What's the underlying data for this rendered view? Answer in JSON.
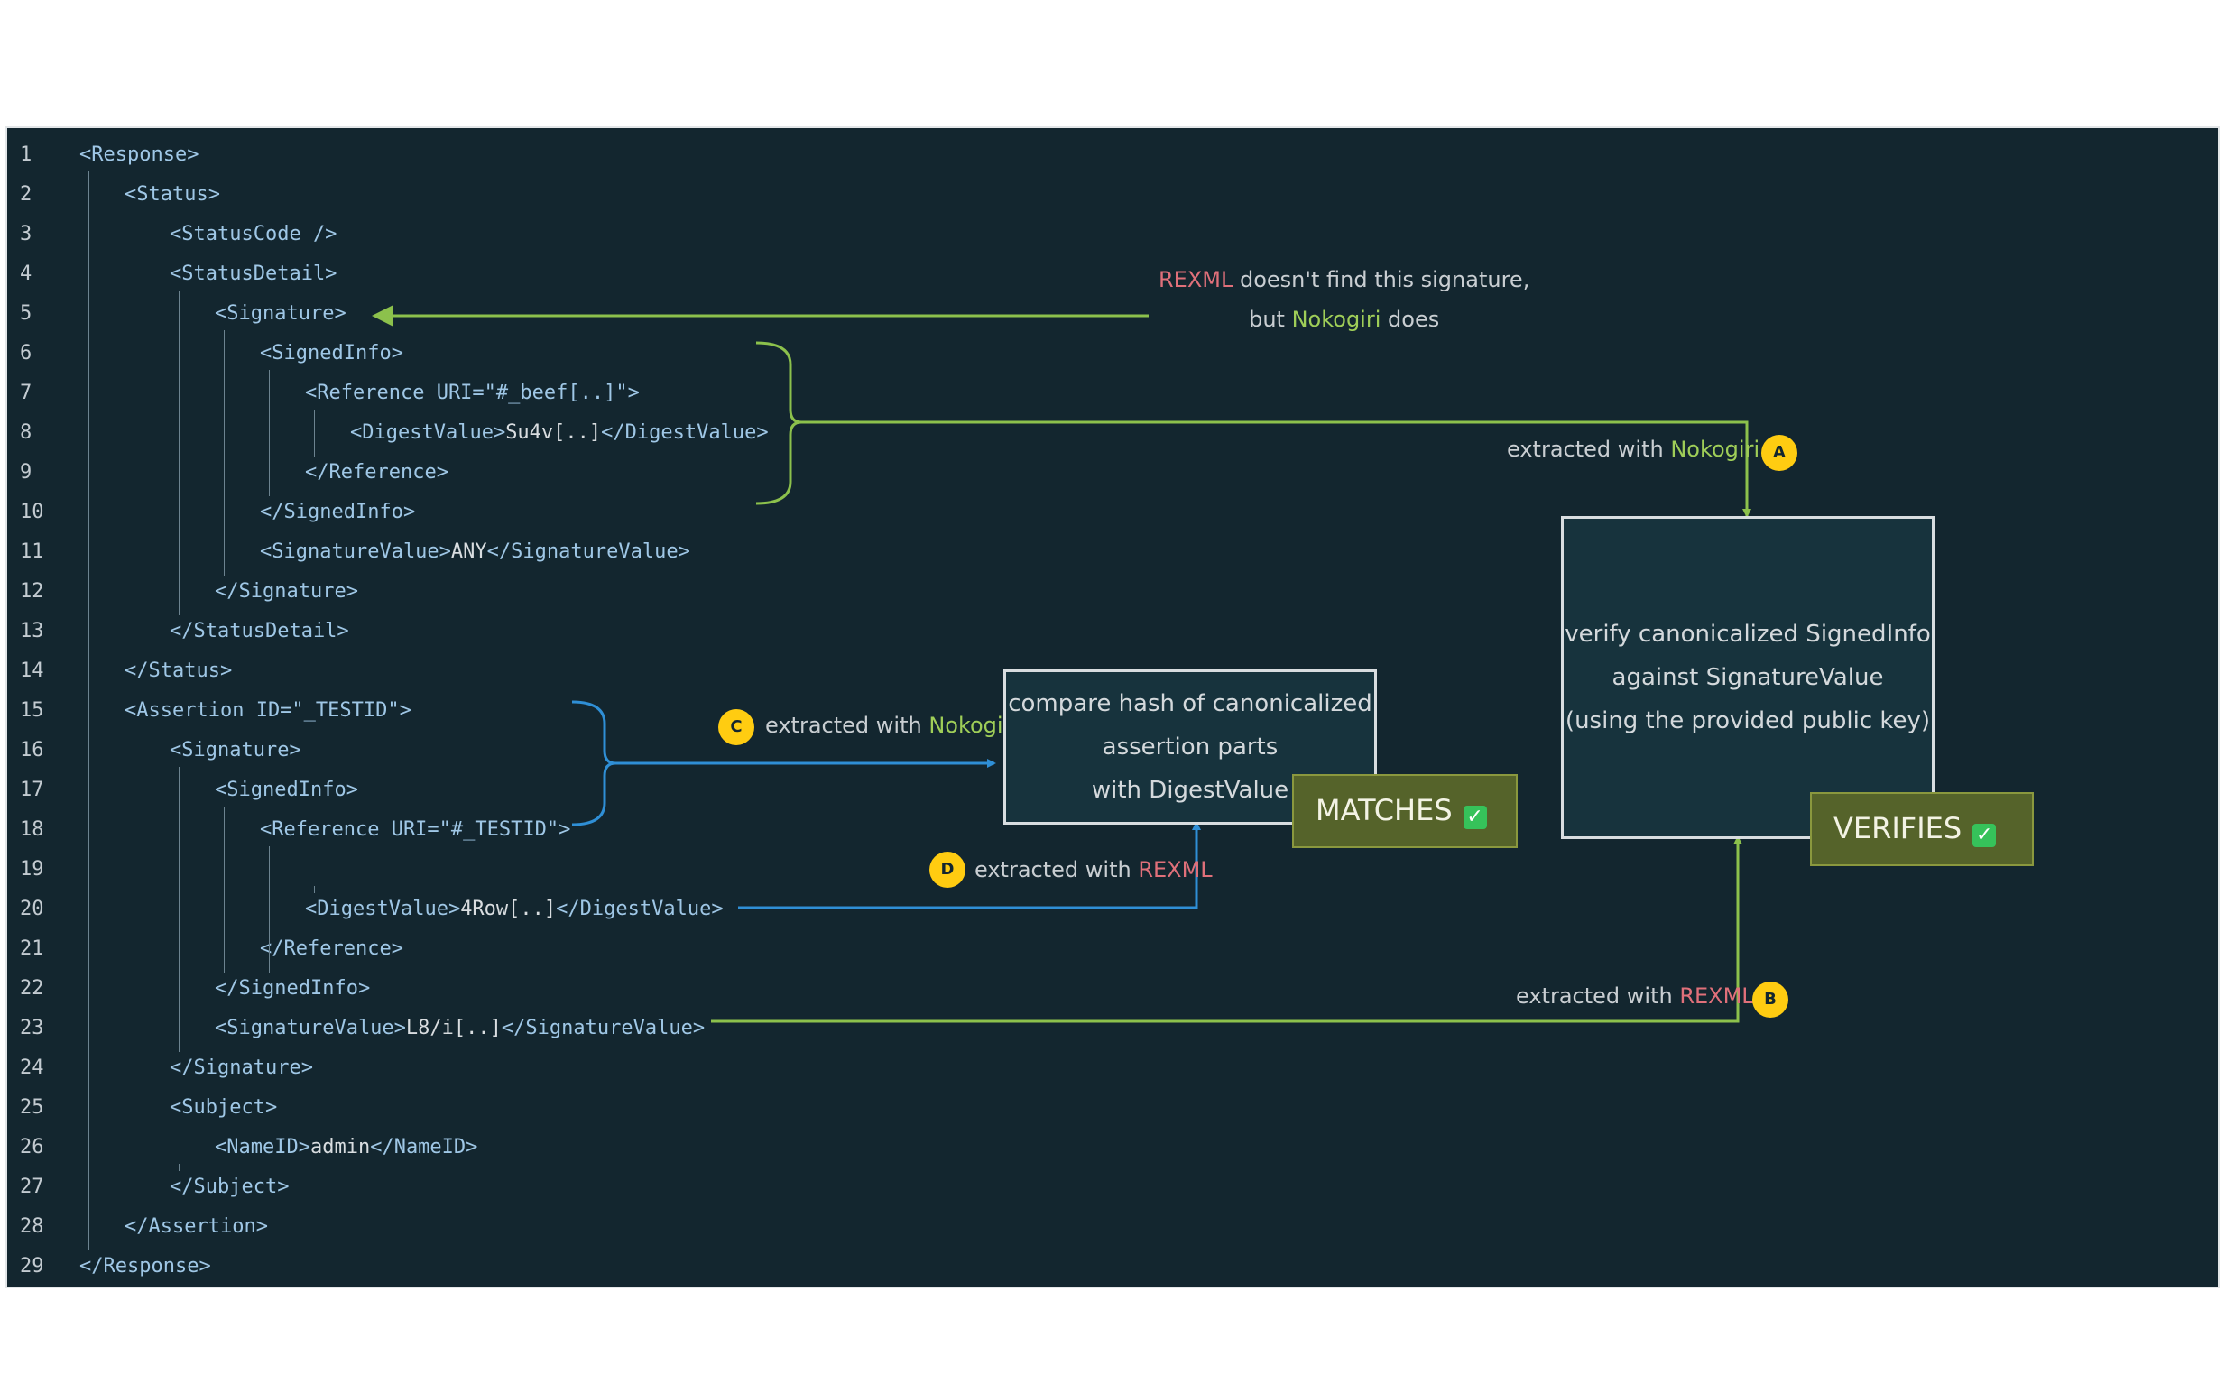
{
  "code_lines": [
    {
      "n": "1",
      "indent": 0,
      "text": "<Response>"
    },
    {
      "n": "2",
      "indent": 1,
      "text": "<Status>"
    },
    {
      "n": "3",
      "indent": 2,
      "text": "<StatusCode />"
    },
    {
      "n": "4",
      "indent": 2,
      "text": "<StatusDetail>"
    },
    {
      "n": "5",
      "indent": 3,
      "text": "<Signature>"
    },
    {
      "n": "6",
      "indent": 4,
      "text": "<SignedInfo>"
    },
    {
      "n": "7",
      "indent": 5,
      "text": "<Reference URI=\"#_beef[..]\">"
    },
    {
      "n": "8",
      "indent": 6,
      "text": "<DigestValue>",
      "value": "Su4v[..]",
      "close": "</DigestValue>"
    },
    {
      "n": "9",
      "indent": 5,
      "text": "</Reference>"
    },
    {
      "n": "10",
      "indent": 4,
      "text": "</SignedInfo>"
    },
    {
      "n": "11",
      "indent": 4,
      "text": "<SignatureValue>",
      "value": "ANY",
      "close": "</SignatureValue>"
    },
    {
      "n": "12",
      "indent": 3,
      "text": "</Signature>"
    },
    {
      "n": "13",
      "indent": 2,
      "text": "</StatusDetail>"
    },
    {
      "n": "14",
      "indent": 1,
      "text": "</Status>"
    },
    {
      "n": "15",
      "indent": 1,
      "text": "<Assertion ID=\"_TESTID\">"
    },
    {
      "n": "16",
      "indent": 2,
      "text": "<Signature>"
    },
    {
      "n": "17",
      "indent": 3,
      "text": "<SignedInfo>"
    },
    {
      "n": "18",
      "indent": 4,
      "text": "<Reference URI=\"#_TESTID\">"
    },
    {
      "n": "19",
      "indent": 4,
      "text": ""
    },
    {
      "n": "20",
      "indent": 5,
      "text": "<DigestValue>",
      "value": "4Row[..]",
      "close": "</DigestValue>"
    },
    {
      "n": "21",
      "indent": 4,
      "text": "</Reference>"
    },
    {
      "n": "22",
      "indent": 3,
      "text": "</SignedInfo>"
    },
    {
      "n": "23",
      "indent": 3,
      "text": "<SignatureValue>",
      "value": "L8/i[..]",
      "close": "</SignatureValue>"
    },
    {
      "n": "24",
      "indent": 2,
      "text": "</Signature>"
    },
    {
      "n": "25",
      "indent": 2,
      "text": "<Subject>"
    },
    {
      "n": "26",
      "indent": 3,
      "text": "<NameID>",
      "value": "admin",
      "close": "</NameID>"
    },
    {
      "n": "27",
      "indent": 2,
      "text": "</Subject>"
    },
    {
      "n": "28",
      "indent": 1,
      "text": "</Assertion>"
    },
    {
      "n": "29",
      "indent": 0,
      "text": "</Response>"
    }
  ],
  "annotations": {
    "top_note": {
      "red": "REXML",
      "line1_rest": " doesn't find this signature,",
      "line2_pre": "but ",
      "green": "Nokogiri",
      "line2_post": " does"
    },
    "a": {
      "pre": "extracted with ",
      "lib": "Nokogiri",
      "badge": "A"
    },
    "b": {
      "pre": "extracted with ",
      "lib": "REXML",
      "badge": "B"
    },
    "c": {
      "pre": "extracted with ",
      "lib": "Nokogiri",
      "badge": "C"
    },
    "d": {
      "pre": "extracted with ",
      "lib": "REXML",
      "badge": "D"
    }
  },
  "boxes": {
    "compare": {
      "text": "compare hash of canonicalized\nassertion parts\nwith DigestValue",
      "stamp": "MATCHES"
    },
    "verify": {
      "text": "verify canonicalized SignedInfo\nagainst SignatureValue\n(using the provided public key)",
      "stamp": "VERIFIES"
    }
  },
  "colors": {
    "background": "#13262f",
    "green_arrow": "#8cc14c",
    "blue_arrow": "#2f8fd6",
    "badge": "#ffcc11",
    "stamp": "#55632a"
  },
  "icons": {
    "check": "check-square-icon"
  }
}
